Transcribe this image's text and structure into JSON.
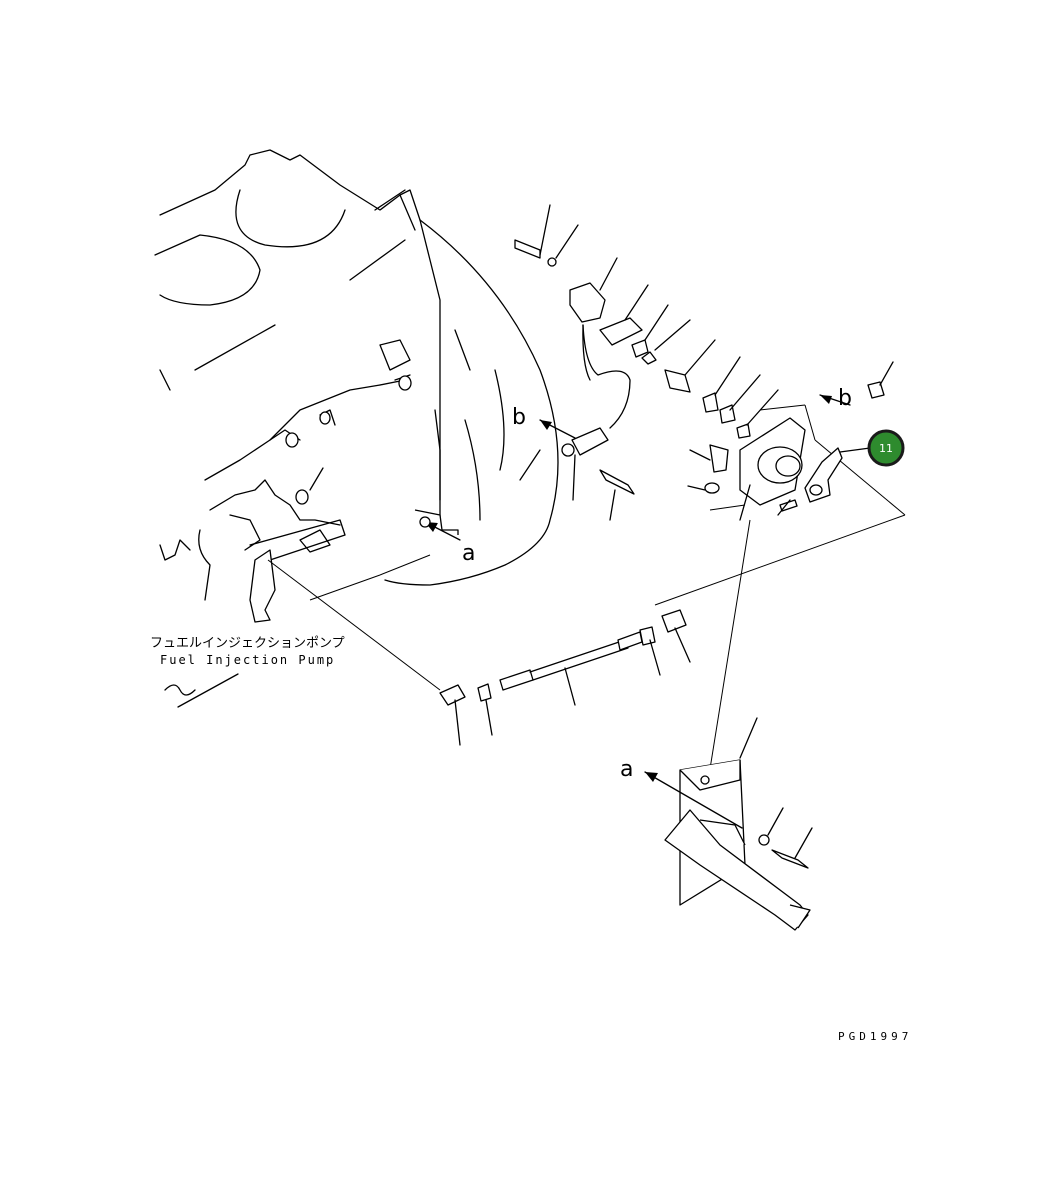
{
  "labels": {
    "a_top": "a",
    "a_bottom": "a",
    "b_left": "b",
    "b_right": "b"
  },
  "caption": {
    "jp": "フュエルインジェクションポンプ",
    "en": "Fuel Injection Pump"
  },
  "callout": {
    "number": "11",
    "color": "#2e8b2e",
    "ring_color": "#1a1a1a"
  },
  "drawing_code": "PGD1997"
}
